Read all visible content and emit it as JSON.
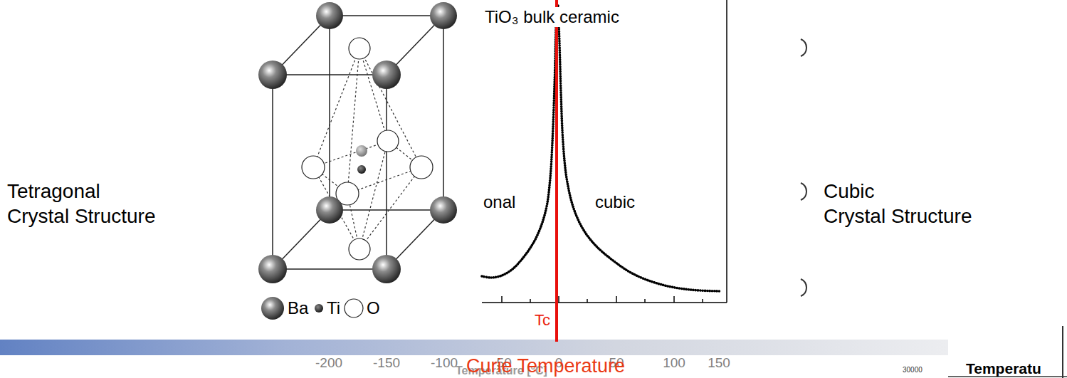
{
  "diagram": {
    "labels": [
      "TiO₃ bulk ceramic",
      "Tetragonal Crystal Structure",
      "Cubic Crystal Structure",
      "onal",
      "cubic",
      "Tc",
      "-200",
      "-150",
      "-100",
      "-50",
      "0",
      "50",
      "100",
      "150",
      "Curie Temperature",
      "Temperatu",
      "30000",
      "Temperature [°C]"
    ],
    "legend": [
      {
        "text": "Ba"
      },
      {
        "text": "Ti"
      },
      {
        "text": "O"
      }
    ]
  }
}
